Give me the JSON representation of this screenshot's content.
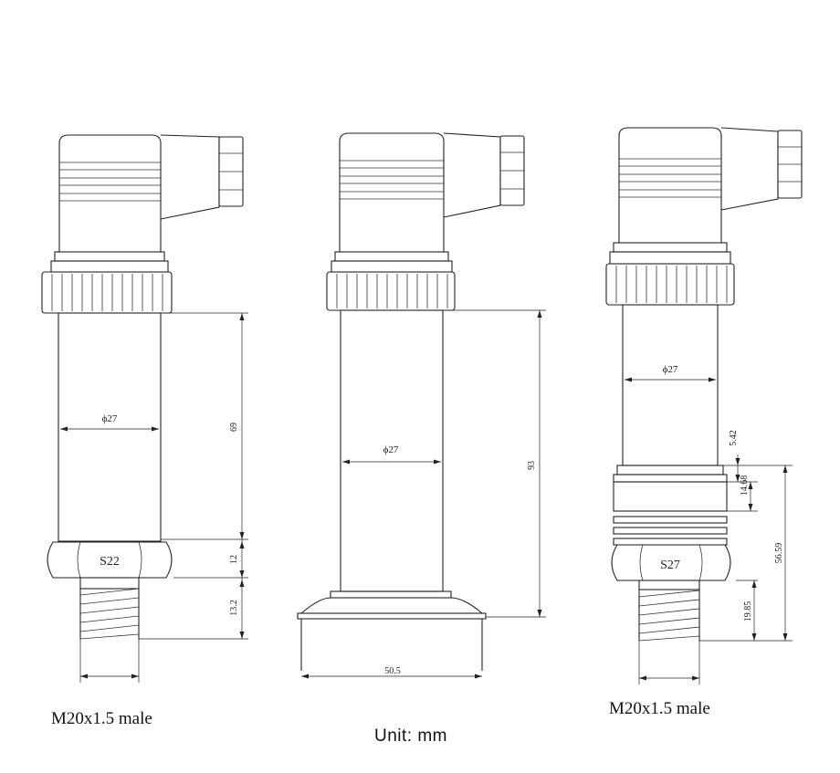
{
  "left": {
    "hex_label": "S22",
    "diameter": "ϕ27",
    "dim_body": "69",
    "dim_hex": "12",
    "dim_thread": "13.2",
    "caption": "M20x1.5 male"
  },
  "middle": {
    "diameter": "ϕ27",
    "dim_height": "93",
    "dim_flange": "50.5"
  },
  "right": {
    "hex_label": "S27",
    "diameter": "ϕ27",
    "dim_a": "5.42",
    "dim_b": "14.68",
    "dim_c": "56.59",
    "dim_d": "19.85",
    "caption": "M20x1.5 male"
  },
  "unit_label": "Unit: mm"
}
